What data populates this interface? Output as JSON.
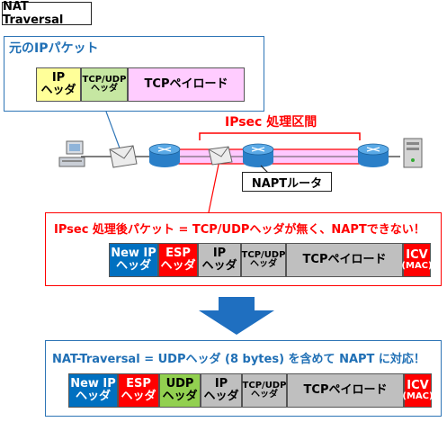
{
  "title": "NAT Traversal",
  "original_packet": {
    "title": "元のIPパケット",
    "cells": [
      {
        "line1": "IP",
        "line2": "ヘッダ"
      },
      {
        "line1": "TCP/UDP",
        "line2": "ヘッダ"
      },
      {
        "line1": "TCPペイロード",
        "line2": ""
      }
    ]
  },
  "network": {
    "ipsec_section_label": "IPsec 処理区間",
    "napt_router_label": "NAPTルータ"
  },
  "after_ipsec": {
    "title": "IPsec 処理後パケット = TCP/UDPヘッダが無く、NAPTできない！",
    "cells": [
      {
        "line1": "New IP",
        "line2": "ヘッダ"
      },
      {
        "line1": "ESP",
        "line2": "ヘッダ"
      },
      {
        "line1": "IP",
        "line2": "ヘッダ"
      },
      {
        "line1": "TCP/UDP",
        "line2": "ヘッダ"
      },
      {
        "line1": "TCPペイロード",
        "line2": ""
      },
      {
        "line1": "ICV",
        "line2": "(MAC)"
      }
    ]
  },
  "nat_traversal": {
    "title": "NAT-Traversal = UDPヘッダ (8 bytes) を含めて NAPT に対応！",
    "cells": [
      {
        "line1": "New IP",
        "line2": "ヘッダ"
      },
      {
        "line1": "ESP",
        "line2": "ヘッダ"
      },
      {
        "line1": "UDP",
        "line2": "ヘッダ"
      },
      {
        "line1": "IP",
        "line2": "ヘッダ"
      },
      {
        "line1": "TCP/UDP",
        "line2": "ヘッダ"
      },
      {
        "line1": "TCPペイロード",
        "line2": ""
      },
      {
        "line1": "ICV",
        "line2": "(MAC)"
      }
    ]
  },
  "colors": {
    "ipsec_red": "#ff0000",
    "frame_blue": "#2e75b6",
    "new_ip_blue": "#0070c0",
    "router_blue": "#2a7fc8",
    "arrow_blue": "#1f6fc0"
  },
  "icons": [
    "pc-icon",
    "envelope-icon",
    "router-icon",
    "server-icon",
    "down-arrow-icon"
  ]
}
